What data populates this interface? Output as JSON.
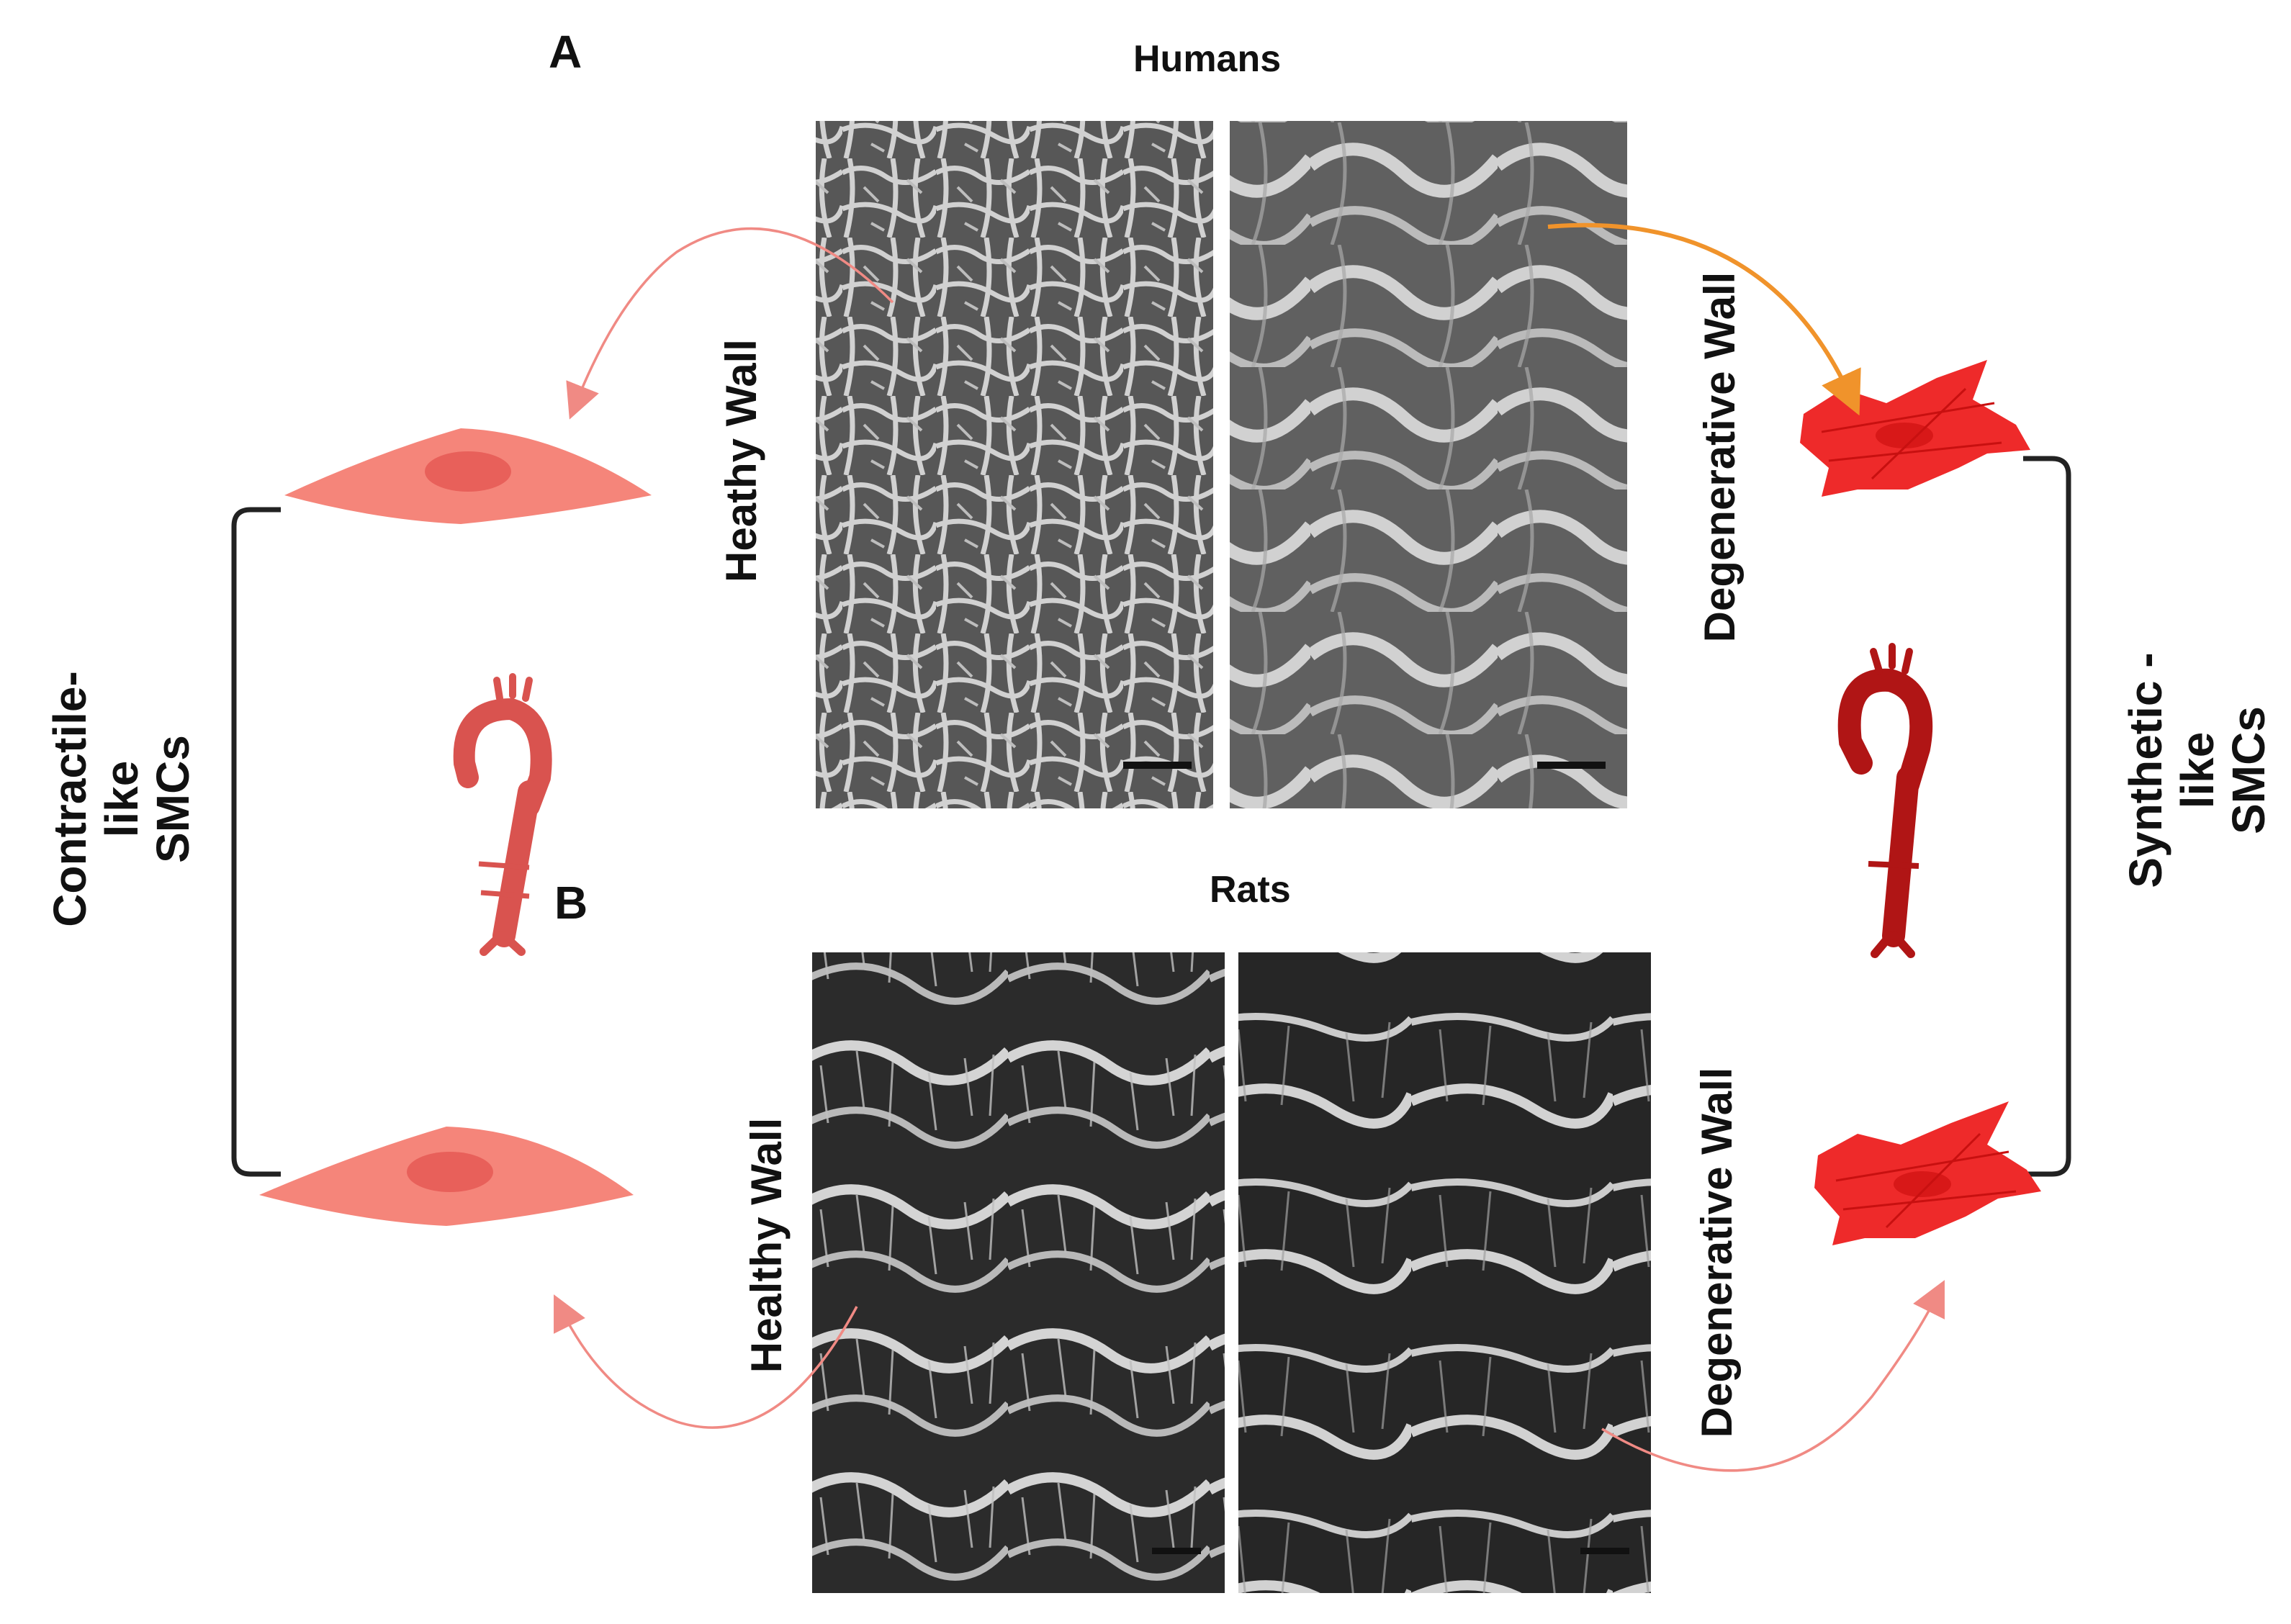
{
  "panel_a": {
    "letter": "A",
    "title": "Humans",
    "left_label": "Heathy Wall",
    "right_label": "Degenerative Wall"
  },
  "panel_b": {
    "letter": "B",
    "title": "Rats",
    "left_label": "Healthy Wall",
    "right_label": "Degenerative Wall"
  },
  "left_phenotype": {
    "label": "Contractile-\nlike\nSMCs"
  },
  "right_phenotype": {
    "label": "Synthetic -\nlike\nSMCs"
  },
  "colors": {
    "contractile_cell": "#f5857a",
    "contractile_nucleus": "#e8605a",
    "synthetic_cell": "#ee2a2a",
    "aorta_light": "#d9534f",
    "aorta_dark": "#b01515",
    "arrow_pink": "#f08a84",
    "arrow_orange": "#f0932b",
    "bracket": "#222222",
    "micrograph_human": "#5c5c5c",
    "micrograph_rat": "#2e2e2e"
  }
}
